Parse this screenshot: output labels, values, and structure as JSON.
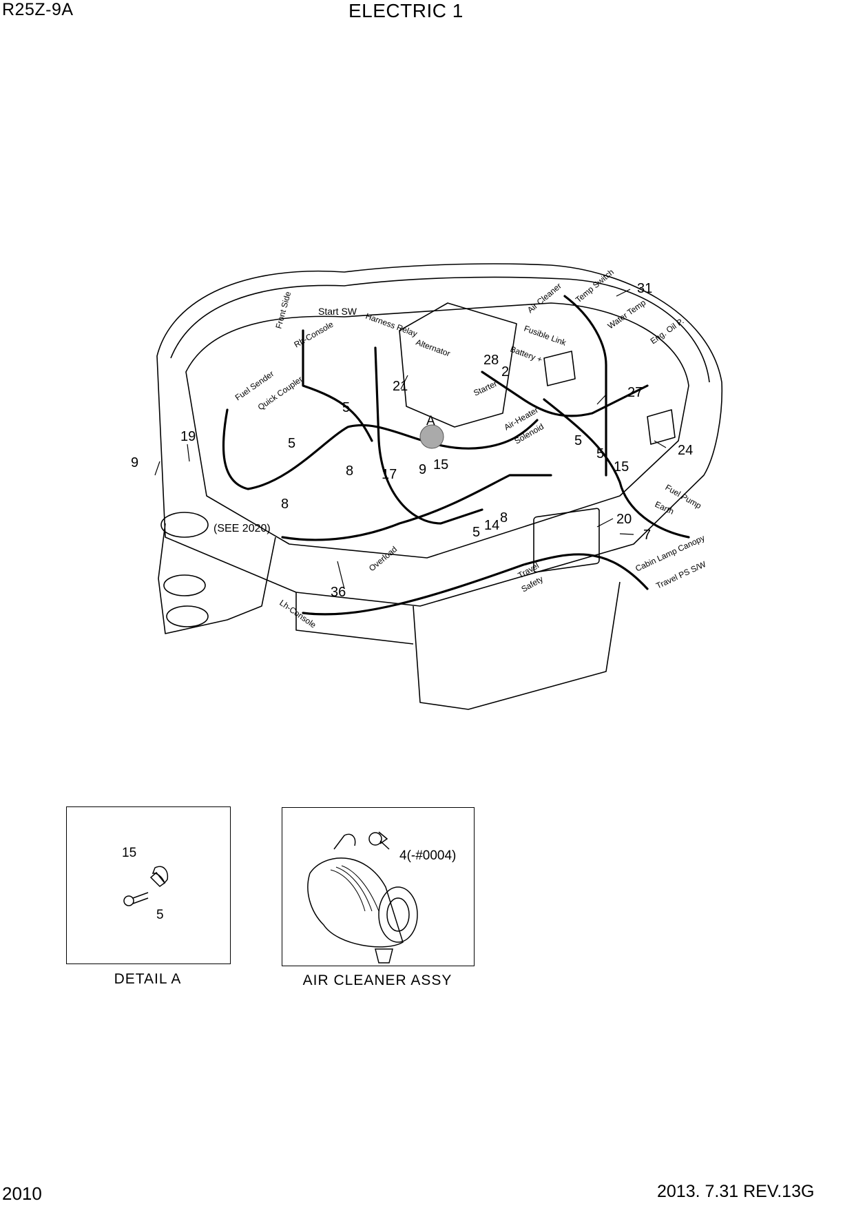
{
  "header": {
    "model": "R25Z-9A",
    "title": "ELECTRIC 1"
  },
  "footer": {
    "page_number": "2010",
    "revision": "2013. 7.31  REV.13G"
  },
  "main_diagram": {
    "reference_note": "(SEE 2020)",
    "detail_marker": "A",
    "part_callouts": [
      "31",
      "28",
      "2",
      "21",
      "27",
      "5",
      "5",
      "5",
      "5",
      "5",
      "19",
      "9",
      "9",
      "15",
      "15",
      "17",
      "8",
      "8",
      "8",
      "14",
      "24",
      "20",
      "7",
      "36"
    ],
    "harness_labels": [
      "Front Side",
      "Rh-Console",
      "Start SW",
      "Harness Relay",
      "Alternator",
      "Battery +",
      "Fusible Link",
      "Air Cleaner",
      "Temp Switch",
      "Water Temp",
      "Eng. Oil P.",
      "Fuel Sender",
      "Quick Coupler",
      "Starter",
      "Air-Heater",
      "Solenoid",
      "Fuel Pump",
      "Earth",
      "Overload",
      "Travel",
      "Safety",
      "Cabin Lamp Canopy",
      "Travel PS S/W",
      "Lh-Console"
    ]
  },
  "detail_a": {
    "caption": "DETAIL A",
    "callouts": [
      "15",
      "5"
    ]
  },
  "air_cleaner": {
    "caption": "AIR CLEANER ASSY",
    "callouts": [
      "4(-#0004)"
    ]
  }
}
